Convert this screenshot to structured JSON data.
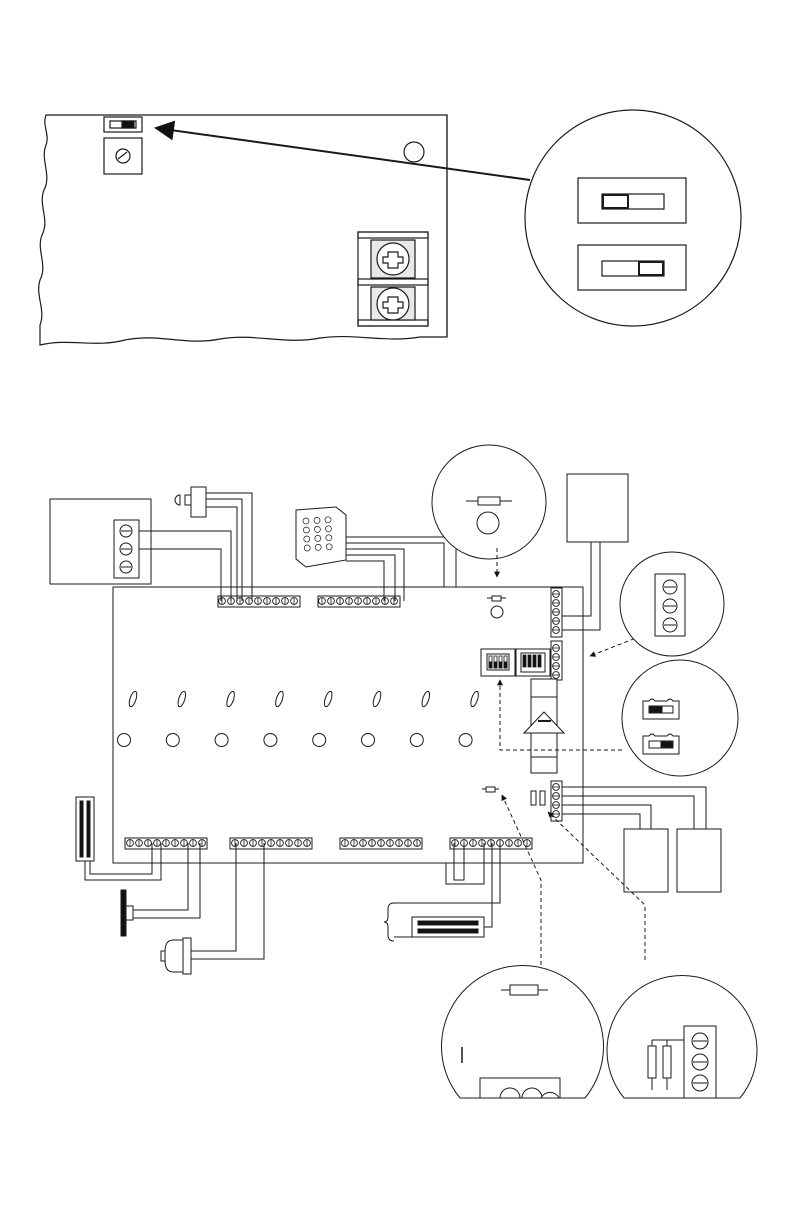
{
  "diagram": {
    "type": "wiring-diagram",
    "panels": [
      {
        "id": "panel-top",
        "shows": [
          "pcb-corner",
          "slide-switch",
          "potentiometer",
          "mounting-hole",
          "two-screw-terminal-block",
          "zoom-callout"
        ],
        "callout": {
          "switch_positions": 2
        }
      },
      {
        "id": "panel-bottom",
        "shows": [
          "control-board",
          "power-supply",
          "push-button",
          "keypad",
          "battery-box",
          "door-contact",
          "sensor",
          "siren",
          "magnetic-lock",
          "two-output-devices"
        ],
        "callouts": [
          {
            "name": "resistor-and-led",
            "arrow": "dashed"
          },
          {
            "name": "three-position-terminal",
            "arrow": "dashed"
          },
          {
            "name": "jumper-settings",
            "positions": 2,
            "arrow": "dashed"
          },
          {
            "name": "end-of-line-resistor",
            "arrow": "dashed"
          },
          {
            "name": "double-resistor-terminal",
            "arrow": "dashed"
          }
        ],
        "terminal_groups_top": 2,
        "terminal_groups_bottom": 4,
        "indicator_count": 8,
        "colors": {
          "line": "#1a1a1a",
          "fill": "#ffffff",
          "dark": "#111111"
        }
      }
    ]
  }
}
